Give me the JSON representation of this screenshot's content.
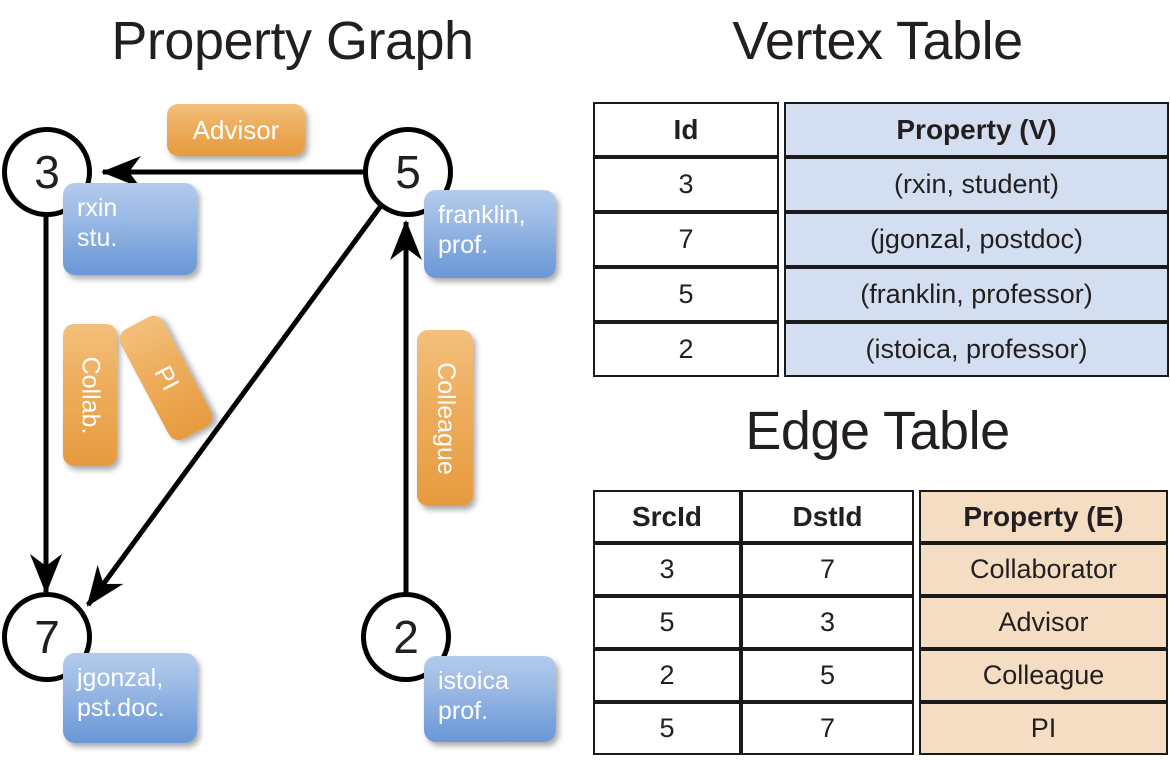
{
  "titles": {
    "property_graph": "Property Graph",
    "vertex_table": "Vertex Table",
    "edge_table": "Edge Table"
  },
  "graph": {
    "nodes": [
      {
        "id": "3",
        "property": "rxin\nstu."
      },
      {
        "id": "5",
        "property": "franklin,\nprof."
      },
      {
        "id": "7",
        "property": "jgonzal,\npst.doc."
      },
      {
        "id": "2",
        "property": "istoica\nprof."
      }
    ],
    "node_labels": {
      "n3": "3",
      "n5": "5",
      "n7": "7",
      "n2": "2"
    },
    "property_boxes": {
      "rxin_line1": "rxin",
      "rxin_line2": "stu.",
      "franklin_line1": "franklin,",
      "franklin_line2": "prof.",
      "jgonzal_line1": "jgonzal,",
      "jgonzal_line2": "pst.doc.",
      "istoica_line1": "istoica",
      "istoica_line2": "prof."
    },
    "edge_labels": {
      "advisor": "Advisor",
      "collab": "Collab.",
      "pi": "PI",
      "colleague": "Colleague"
    },
    "edges": [
      {
        "src": "5",
        "dst": "3",
        "label": "Advisor"
      },
      {
        "src": "3",
        "dst": "7",
        "label": "Collab."
      },
      {
        "src": "5",
        "dst": "7",
        "label": "PI"
      },
      {
        "src": "2",
        "dst": "5",
        "label": "Colleague"
      }
    ]
  },
  "vertex_table": {
    "headers": [
      "Id",
      "Property (V)"
    ],
    "rows": [
      {
        "id": "3",
        "property": "(rxin, student)"
      },
      {
        "id": "7",
        "property": "(jgonzal, postdoc)"
      },
      {
        "id": "5",
        "property": "(franklin, professor)"
      },
      {
        "id": "2",
        "property": "(istoica, professor)"
      }
    ]
  },
  "edge_table": {
    "headers": [
      "SrcId",
      "DstId",
      "Property (E)"
    ],
    "rows": [
      {
        "src": "3",
        "dst": "7",
        "property": "Collaborator"
      },
      {
        "src": "5",
        "dst": "3",
        "property": "Advisor"
      },
      {
        "src": "2",
        "dst": "5",
        "property": "Colleague"
      },
      {
        "src": "5",
        "dst": "7",
        "property": "PI"
      }
    ]
  },
  "colors": {
    "vertex_property_fill": "#d3dff1",
    "edge_property_fill": "#f5ddc3",
    "node_box_blue": "#7ba4dc",
    "edge_label_orange": "#eeae5e",
    "stroke": "#000000"
  }
}
